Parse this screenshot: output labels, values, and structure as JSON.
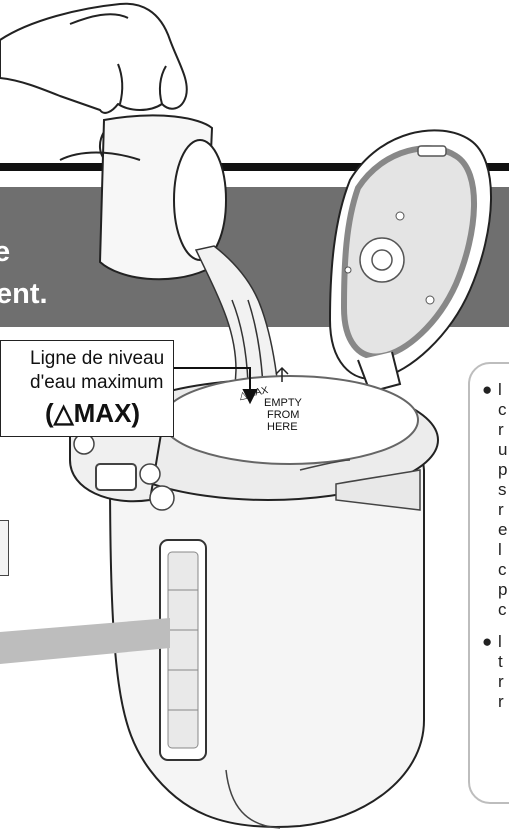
{
  "banner": {
    "line1": "e",
    "line2": "ent."
  },
  "callout": {
    "line1": "Ligne de niveau",
    "line2": "d'eau maximum",
    "max_symbol": "(△MAX)"
  },
  "pot_markings": {
    "max_mark": "△MAX",
    "empty_line1": "EMPTY",
    "empty_line2": "FROM",
    "empty_line3": "HERE"
  },
  "side_note": {
    "bullet": "●",
    "fragments": [
      "l",
      "c",
      "r",
      "u",
      "p",
      "s",
      "r",
      "e",
      "l",
      "c",
      "p",
      "c",
      "l",
      "t",
      "r",
      "r"
    ]
  },
  "colors": {
    "banner": "#6f6f6f",
    "rule": "#111111",
    "note_border": "#bdbdbd",
    "pot_outline": "#222222"
  }
}
